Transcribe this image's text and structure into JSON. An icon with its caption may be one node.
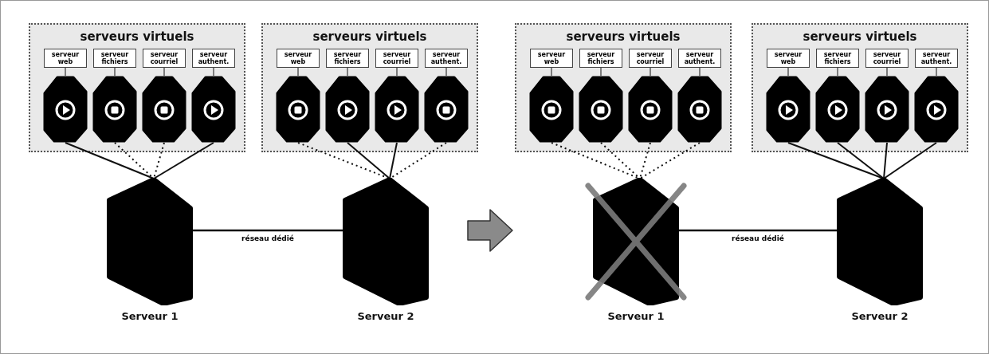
{
  "diagram": {
    "nodes": [
      {
        "text": [
          "serveurs virtuels"
        ]
      },
      {
        "text": [
          "serveur web"
        ],
        "in": 0
      },
      {
        "text": [],
        "shape": "octagon",
        "in": 0
      },
      {
        "text": [
          "serveur fichiers"
        ],
        "in": 0
      },
      {
        "text": [],
        "shape": "octagon",
        "in": 0
      },
      {
        "text": [
          "serveur courriel"
        ],
        "in": 0
      },
      {
        "text": [],
        "shape": "octagon",
        "in": 0
      },
      {
        "text": [
          "serveur authent."
        ],
        "in": 0
      },
      {
        "text": [],
        "shape": "octagon",
        "in": 0
      },
      {
        "text": [
          "serveurs virtuels"
        ]
      },
      {
        "text": [
          "serveur web"
        ],
        "in": 9
      },
      {
        "text": [],
        "shape": "octagon",
        "in": 9
      },
      {
        "text": [
          "serveur fichiers"
        ],
        "in": 9
      },
      {
        "text": [],
        "shape": "octagon",
        "in": 9
      },
      {
        "text": [
          "serveur courriel"
        ],
        "in": 9
      },
      {
        "text": [],
        "shape": "octagon",
        "in": 9
      },
      {
        "text": [
          "serveur authent."
        ],
        "in": 9
      },
      {
        "text": [],
        "shape": "octagon",
        "in": 9
      },
      {
        "text": [
          "serveurs virtuels"
        ]
      },
      {
        "text": [
          "serveur web"
        ],
        "in": 18
      },
      {
        "text": [],
        "shape": "octagon",
        "in": 18
      },
      {
        "text": [
          "serveur fichiers"
        ],
        "in": 18
      },
      {
        "text": [],
        "shape": "octagon",
        "in": 18
      },
      {
        "text": [
          "serveur courriel"
        ],
        "in": 18
      },
      {
        "text": [],
        "shape": "octagon",
        "in": 18
      },
      {
        "text": [
          "serveur authent."
        ],
        "in": 18
      },
      {
        "text": [],
        "shape": "octagon",
        "in": 18
      },
      {
        "text": [
          "serveurs virtuels"
        ]
      },
      {
        "text": [
          "serveur web"
        ],
        "in": 27
      },
      {
        "text": [],
        "shape": "octagon",
        "in": 27
      },
      {
        "text": [
          "serveur fichiers"
        ],
        "in": 27
      },
      {
        "text": [],
        "shape": "octagon",
        "in": 27
      },
      {
        "text": [
          "serveur courriel"
        ],
        "in": 27
      },
      {
        "text": [],
        "shape": "octagon",
        "in": 27
      },
      {
        "text": [
          "serveur authent."
        ],
        "in": 27
      },
      {
        "text": [],
        "shape": "octagon",
        "in": 27
      },
      {
        "text": [
          "Serveur 1"
        ]
      },
      {
        "text": [
          "Serveur 2"
        ]
      },
      {
        "text": [
          "Serveur 1"
        ]
      },
      {
        "text": [
          "Serveur 2"
        ]
      }
    ],
    "edges": [
      {
        "from": 1,
        "to": 2,
        "arrow": "none"
      },
      {
        "from": 3,
        "to": 4,
        "arrow": "none"
      },
      {
        "from": 5,
        "to": 6,
        "arrow": "none"
      },
      {
        "from": 7,
        "to": 8,
        "arrow": "none"
      },
      {
        "from": 10,
        "to": 11,
        "arrow": "none"
      },
      {
        "from": 12,
        "to": 13,
        "arrow": "none"
      },
      {
        "from": 14,
        "to": 15,
        "arrow": "none"
      },
      {
        "from": 16,
        "to": 17,
        "arrow": "none"
      },
      {
        "from": 19,
        "to": 20,
        "arrow": "none"
      },
      {
        "from": 21,
        "to": 22,
        "arrow": "none"
      },
      {
        "from": 23,
        "to": 24,
        "arrow": "none"
      },
      {
        "from": 25,
        "to": 26,
        "arrow": "none"
      },
      {
        "from": 28,
        "to": 29,
        "arrow": "none"
      },
      {
        "from": 30,
        "to": 31,
        "arrow": "none"
      },
      {
        "from": 32,
        "to": 33,
        "arrow": "none"
      },
      {
        "from": 34,
        "to": 35,
        "arrow": "none"
      },
      {
        "from": 2,
        "to": 36,
        "arrow": "none"
      },
      {
        "from": 4,
        "to": 36,
        "arrow": "none",
        "style": "dashed"
      },
      {
        "from": 6,
        "to": 36,
        "arrow": "none",
        "style": "dashed"
      },
      {
        "from": 8,
        "to": 36,
        "arrow": "none"
      },
      {
        "from": 11,
        "to": 37,
        "arrow": "none",
        "style": "dashed"
      },
      {
        "from": 13,
        "to": 37,
        "arrow": "none"
      },
      {
        "from": 15,
        "to": 37,
        "arrow": "none"
      },
      {
        "from": 17,
        "to": 37,
        "arrow": "none",
        "style": "dashed"
      },
      {
        "from": 20,
        "to": 38,
        "arrow": "none",
        "style": "dashed"
      },
      {
        "from": 22,
        "to": 38,
        "arrow": "none",
        "style": "dashed"
      },
      {
        "from": 24,
        "to": 38,
        "arrow": "none",
        "style": "dashed"
      },
      {
        "from": 26,
        "to": 38,
        "arrow": "none",
        "style": "dashed"
      },
      {
        "from": 29,
        "to": 39,
        "arrow": "none"
      },
      {
        "from": 31,
        "to": 39,
        "arrow": "none"
      },
      {
        "from": 33,
        "to": 39,
        "arrow": "none"
      },
      {
        "from": 35,
        "to": 39,
        "arrow": "none"
      },
      {
        "from": 36,
        "to": 37,
        "arrow": "none",
        "label": "réseau dédié"
      },
      {
        "from": 38,
        "to": 39,
        "arrow": "none",
        "label": "réseau dédié"
      }
    ]
  }
}
